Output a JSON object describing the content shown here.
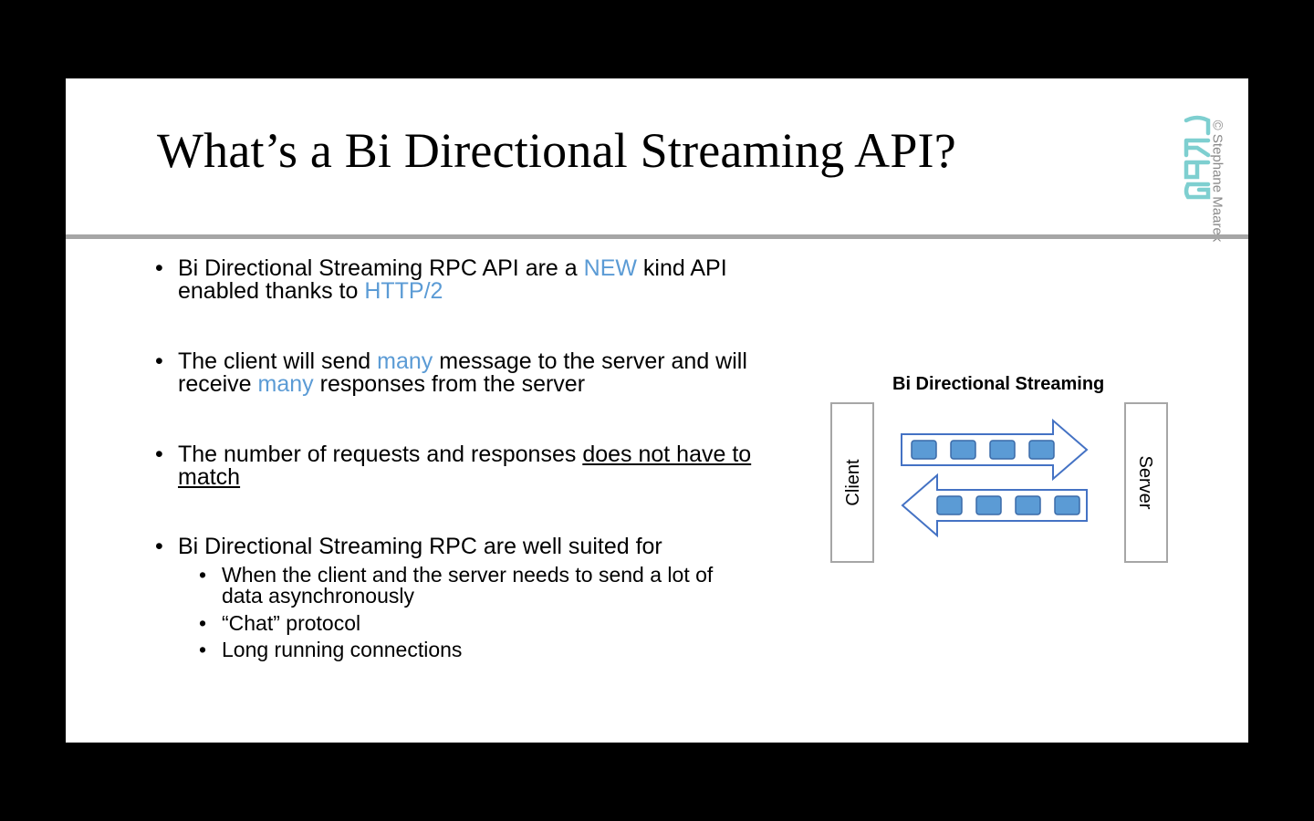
{
  "slide": {
    "title": "What’s a Bi Directional Streaming API?",
    "copyright": "© Stephane Maarek",
    "logo": "gRPC"
  },
  "bullets": [
    {
      "parts": [
        {
          "text": "Bi Directional Streaming RPC API are a ",
          "style": "normal"
        },
        {
          "text": "NEW",
          "style": "highlight"
        },
        {
          "text": " kind API enabled thanks to ",
          "style": "normal"
        },
        {
          "text": "HTTP/2",
          "style": "highlight"
        }
      ]
    },
    {
      "parts": [
        {
          "text": "The client will send ",
          "style": "normal"
        },
        {
          "text": "many",
          "style": "highlight"
        },
        {
          "text": " message to the server and will receive ",
          "style": "normal"
        },
        {
          "text": "many",
          "style": "highlight"
        },
        {
          "text": " responses from the server",
          "style": "normal"
        }
      ]
    },
    {
      "parts": [
        {
          "text": "The number of requests and responses ",
          "style": "normal"
        },
        {
          "text": "does not have to match",
          "style": "underline"
        }
      ]
    },
    {
      "parts": [
        {
          "text": "Bi Directional Streaming RPC are well suited for",
          "style": "normal"
        }
      ],
      "sub": [
        "When the client and the server needs to send a lot of data asynchronously",
        "“Chat” protocol",
        "Long running connections"
      ]
    }
  ],
  "diagram": {
    "title": "Bi Directional Streaming",
    "client_label": "Client",
    "server_label": "Server",
    "messages_per_arrow": 4
  },
  "colors": {
    "highlight": "#5b9bd5",
    "logo": "#7ecfd0",
    "arrow_stroke": "#4472c4",
    "message_fill": "#5b9bd5"
  }
}
